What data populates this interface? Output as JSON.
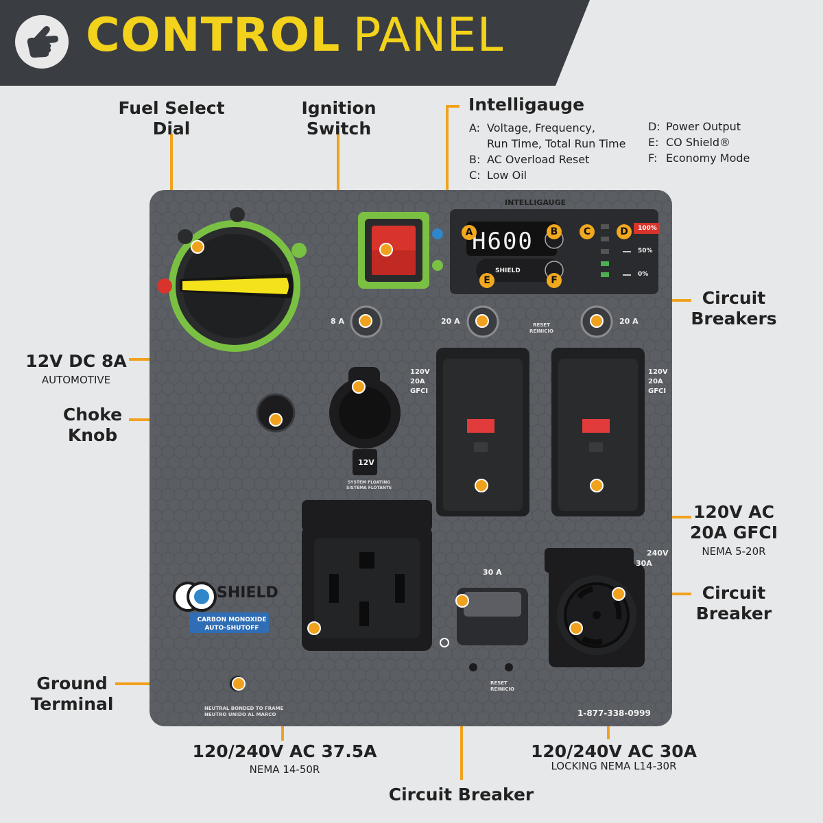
{
  "header": {
    "title_bold": "CONTROL",
    "title_light": "PANEL"
  },
  "labels": {
    "fuel_select": [
      "Fuel Select",
      "Dial"
    ],
    "ignition": [
      "Ignition",
      "Switch"
    ],
    "intelligauge": "Intelligauge",
    "circuit_breakers": [
      "Circuit",
      "Breakers"
    ],
    "dc_12v": "12V DC 8A",
    "dc_12v_sub": "AUTOMOTIVE",
    "choke": [
      "Choke",
      "Knob"
    ],
    "ac_120v": [
      "120V AC",
      "20A GFCI"
    ],
    "ac_120v_sub": "NEMA 5-20R",
    "circuit_breaker_right": [
      "Circuit",
      "Breaker"
    ],
    "ground": [
      "Ground",
      "Terminal"
    ],
    "ac_375": "120/240V AC 37.5A",
    "ac_375_sub": "NEMA 14-50R",
    "ac_30": "120/240V AC 30A",
    "ac_30_sub": "LOCKING NEMA L14-30R",
    "circuit_breaker_bottom": "Circuit Breaker"
  },
  "intelligauge_legend": {
    "left": [
      {
        "key": "A:",
        "text": "Voltage, Frequency,"
      },
      {
        "key": "",
        "text": "Run Time, Total Run Time"
      },
      {
        "key": "B:",
        "text": "AC Overload Reset"
      },
      {
        "key": "C:",
        "text": "Low Oil"
      }
    ],
    "right": [
      {
        "key": "D:",
        "text": "Power Output"
      },
      {
        "key": "E:",
        "text": "CO Shield®"
      },
      {
        "key": "F:",
        "text": "Economy Mode"
      }
    ]
  },
  "panel": {
    "gauge_brand": "INTELLIGAUGE",
    "display": "H600",
    "gauge_levels": [
      "100%",
      "50%",
      "0%"
    ],
    "shield_small": "SHIELD",
    "letters": [
      "A",
      "B",
      "C",
      "D",
      "E",
      "F"
    ],
    "breaker_8a": "8 A",
    "breaker_20a": "20 A",
    "breaker_30a": "30 A",
    "reset": "RESET",
    "reset_es": "REINICIO",
    "gfci_rating": [
      "120V",
      "20A",
      "GFCI"
    ],
    "rating_240": "240V",
    "rating_30a": "30A",
    "dc_outlet": "12V",
    "floating": [
      "SYSTEM FLOATING",
      "SISTEMA FLOTANTE"
    ],
    "co_shield": "SHIELD",
    "co_shield_sub": [
      "CARBON MONOXIDE",
      "AUTO-SHUTOFF"
    ],
    "neutral": [
      "NEUTRAL BONDED TO FRAME",
      "NEUTRO UNIDO AL MARCO"
    ],
    "phone": "1-877-338-0999"
  },
  "colors": {
    "accent": "#f0a21e",
    "title": "#f2d21b",
    "panel": "#5b5e63",
    "header": "#3a3d42",
    "switch_red": "#d9342b",
    "dial_green": "#7ac143",
    "knob_yellow": "#f4e21c"
  }
}
